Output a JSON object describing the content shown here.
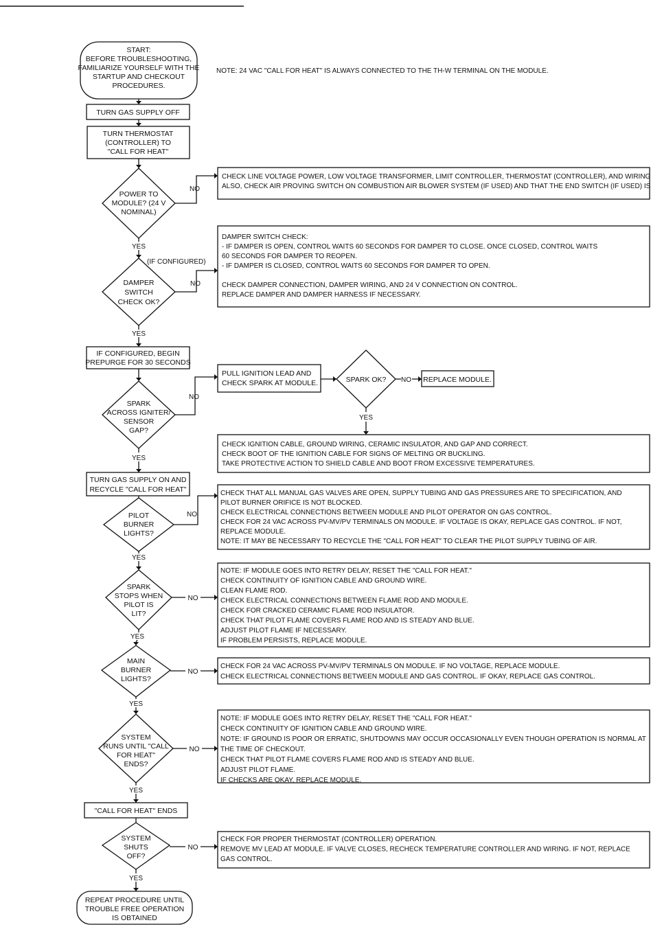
{
  "nodes": {
    "start": [
      "START:",
      "BEFORE TROUBLESHOOTING,",
      "FAMILIARIZE YOURSELF WITH THE",
      "STARTUP AND CHECKOUT",
      "PROCEDURES."
    ],
    "gas_off": [
      "TURN GAS SUPPLY OFF"
    ],
    "thermostat": [
      "TURN THERMOSTAT",
      "(CONTROLLER) TO",
      "\"CALL FOR HEAT\""
    ],
    "power_q": [
      "POWER TO",
      "MODULE? (24 V",
      "NOMINAL)"
    ],
    "damper_q": [
      "DAMPER",
      "SWITCH",
      "CHECK OK?"
    ],
    "prepurge": [
      "IF CONFIGURED, BEGIN",
      "PREPURGE FOR 30 SECONDS"
    ],
    "spark_q": [
      "SPARK",
      "ACROSS IGNITER/",
      "SENSOR",
      "GAP?"
    ],
    "pull_lead": [
      "PULL IGNITION LEAD AND",
      "CHECK  SPARK AT MODULE."
    ],
    "spark_ok_q": [
      "SPARK OK?"
    ],
    "replace_module": [
      "REPLACE MODULE."
    ],
    "gas_on": [
      "TURN GAS SUPPLY ON AND",
      "RECYCLE \"CALL FOR HEAT\""
    ],
    "pilot_q": [
      "PILOT",
      "BURNER",
      "LIGHTS?"
    ],
    "spark_stops_q": [
      "SPARK",
      "STOPS WHEN",
      "PILOT IS",
      "LIT?"
    ],
    "main_q": [
      "MAIN",
      "BURNER",
      "LIGHTS?"
    ],
    "runs_q": [
      "SYSTEM",
      "RUNS UNTIL \"CALL",
      "FOR HEAT\"",
      "ENDS?"
    ],
    "call_ends": [
      "\"CALL FOR HEAT\" ENDS"
    ],
    "shuts_q": [
      "SYSTEM",
      "SHUTS",
      "OFF?"
    ],
    "repeat": [
      "REPEAT PROCEDURE UNTIL",
      "TROUBLE FREE OPERATION",
      "IS OBTAINED"
    ]
  },
  "boxes": {
    "note": [
      "NOTE: 24 VAC \"CALL FOR HEAT\" IS ALWAYS CONNECTED TO THE TH-W TERMINAL ON THE MODULE."
    ],
    "power_no": [
      "CHECK LINE VOLTAGE POWER, LOW VOLTAGE TRANSFORMER, LIMIT CONTROLLER, THERMOSTAT (CONTROLLER), AND WIRING.",
      "ALSO, CHECK AIR PROVING SWITCH ON COMBUSTION AIR BLOWER SYSTEM (IF USED) AND THAT THE END SWITCH (IF USED) IS MADE."
    ],
    "damper_no": [
      "DAMPER SWITCH CHECK:",
      "  - IF DAMPER IS OPEN, CONTROL WAITS 60 SECONDS FOR DAMPER TO CLOSE. ONCE CLOSED, CONTROL WAITS",
      "    60 SECONDS FOR DAMPER TO REOPEN.",
      "  - IF DAMPER IS CLOSED, CONTROL WAITS 60 SECONDS FOR DAMPER TO OPEN.",
      "",
      "CHECK DAMPER CONNECTION, DAMPER WIRING, AND 24 V CONNECTION ON CONTROL.",
      "REPLACE DAMPER AND DAMPER HARNESS IF NECESSARY."
    ],
    "spark_ok_yes": [
      "CHECK IGNITION CABLE, GROUND WIRING, CERAMIC INSULATOR, AND GAP AND CORRECT.",
      "CHECK BOOT OF THE IGNITION CABLE FOR SIGNS OF MELTING OR BUCKLING.",
      "TAKE PROTECTIVE ACTION TO SHIELD CABLE AND BOOT FROM EXCESSIVE TEMPERATURES."
    ],
    "pilot_no": [
      "CHECK THAT ALL MANUAL GAS VALVES ARE OPEN, SUPPLY TUBING AND GAS PRESSURES ARE TO SPECIFICATION, AND",
      "PILOT BURNER ORIFICE IS NOT BLOCKED.",
      "CHECK ELECTRICAL CONNECTIONS BETWEEN MODULE AND PILOT OPERATOR ON GAS CONTROL.",
      "CHECK FOR 24 VAC ACROSS PV-MV/PV TERMINALS ON MODULE. IF VOLTAGE IS OKAY, REPLACE GAS CONTROL. IF NOT,",
      "REPLACE MODULE.",
      "NOTE: IT MAY BE NECESSARY TO RECYCLE THE \"CALL FOR HEAT\" TO CLEAR THE PILOT SUPPLY TUBING OF AIR."
    ],
    "spark_stops_no": [
      "NOTE: IF MODULE GOES INTO RETRY DELAY, RESET THE \"CALL FOR HEAT.\"",
      "CHECK CONTINUITY OF IGNITION CABLE AND GROUND WIRE.",
      "CLEAN FLAME ROD.",
      "CHECK ELECTRICAL CONNECTIONS BETWEEN FLAME ROD AND MODULE.",
      "CHECK FOR CRACKED CERAMIC FLAME ROD INSULATOR.",
      "CHECK THAT PILOT FLAME COVERS FLAME ROD AND IS STEADY AND BLUE.",
      "ADJUST PILOT FLAME IF NECESSARY.",
      "IF PROBLEM PERSISTS, REPLACE MODULE."
    ],
    "main_no": [
      "CHECK FOR 24 VAC ACROSS PV-MV/PV TERMINALS ON MODULE. IF NO VOLTAGE, REPLACE MODULE.",
      "CHECK ELECTRICAL CONNECTIONS BETWEEN MODULE AND GAS CONTROL. IF OKAY, REPLACE GAS CONTROL."
    ],
    "runs_no": [
      "NOTE: IF MODULE GOES INTO RETRY DELAY, RESET THE \"CALL FOR HEAT.\"",
      "CHECK CONTINUITY OF IGNITION CABLE AND GROUND WIRE.",
      "NOTE: IF GROUND IS POOR OR ERRATIC, SHUTDOWNS MAY OCCUR OCCASIONALLY EVEN THOUGH OPERATION IS NORMAL AT",
      "THE TIME OF CHECKOUT.",
      "CHECK THAT PILOT FLAME COVERS FLAME ROD AND IS STEADY AND BLUE.",
      "ADJUST PILOT FLAME.",
      "IF CHECKS ARE OKAY, REPLACE MODULE."
    ],
    "shuts_no": [
      "CHECK FOR PROPER THERMOSTAT (CONTROLLER) OPERATION.",
      "REMOVE MV LEAD AT MODULE. IF VALVE CLOSES, RECHECK TEMPERATURE CONTROLLER AND WIRING. IF NOT, REPLACE",
      "GAS CONTROL."
    ]
  },
  "labels": {
    "yes": "YES",
    "no": "NO",
    "if_configured": "(IF CONFIGURED)"
  }
}
